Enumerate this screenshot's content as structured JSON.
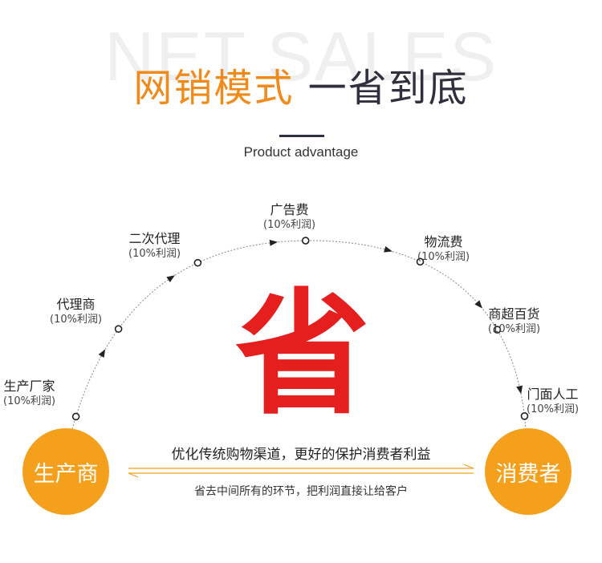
{
  "watermark": "NET SALES",
  "title": {
    "accent": "网销模式",
    "rest": "一省到底"
  },
  "subtitle": "Product advantage",
  "center_char": "省",
  "nodes": [
    {
      "name": "生产厂家",
      "profit": "(10%利润)"
    },
    {
      "name": "代理商",
      "profit": "(10%利润)"
    },
    {
      "name": "二次代理",
      "profit": "(10%利润)"
    },
    {
      "name": "广告费",
      "profit": "(10%利润)"
    },
    {
      "name": "物流费",
      "profit": "(10%利润)"
    },
    {
      "name": "商超百货",
      "profit": "(10%利润)"
    },
    {
      "name": "门面人工",
      "profit": "(10%利润)"
    }
  ],
  "left_circle": "生产商",
  "right_circle": "消费者",
  "message_top": "优化传统购物渠道，更好的保护消费者利益",
  "message_bottom": "省去中间所有的环节，把利润直接让给客户",
  "colors": {
    "accent": "#f08a1a",
    "circle": "#f5a01c",
    "big_char": "#e51e1e",
    "dark": "#2f2f3d"
  }
}
